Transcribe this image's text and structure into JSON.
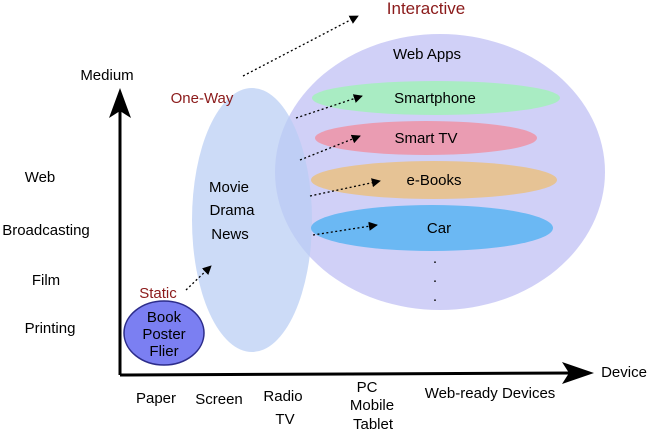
{
  "axes": {
    "y_label": "Medium",
    "x_label": "Device"
  },
  "medium_levels": [
    "Web",
    "Broadcasting",
    "Film",
    "Printing"
  ],
  "device_levels": {
    "paper": "Paper",
    "screen": "Screen",
    "radio_tv": [
      "Radio",
      "TV"
    ],
    "pc_mobile_tablet": [
      "PC",
      "Mobile",
      "Tablet"
    ],
    "web_ready": "Web-ready Devices"
  },
  "stages": {
    "static": {
      "label": "Static",
      "items": [
        "Book",
        "Poster",
        "Flier"
      ],
      "color": "#7b7ff2"
    },
    "one_way": {
      "label": "One-Way",
      "items": [
        "Movie",
        "Drama",
        "News"
      ],
      "color": "#c9d8f7"
    },
    "interactive": {
      "label": "Interactive",
      "title": "Web Apps",
      "color": "#c8c8f6",
      "platforms": [
        {
          "label": "Smartphone",
          "color": "#a9ecc3"
        },
        {
          "label": "Smart TV",
          "color": "#ea9cb2"
        },
        {
          "label": "e-Books",
          "color": "#e6c395"
        },
        {
          "label": "Car",
          "color": "#6bb8f3"
        }
      ],
      "ellipsis": [
        "·",
        "·",
        "·"
      ]
    }
  },
  "colors": {
    "axis": "#000000",
    "stage_label": "#8b1a1a"
  }
}
